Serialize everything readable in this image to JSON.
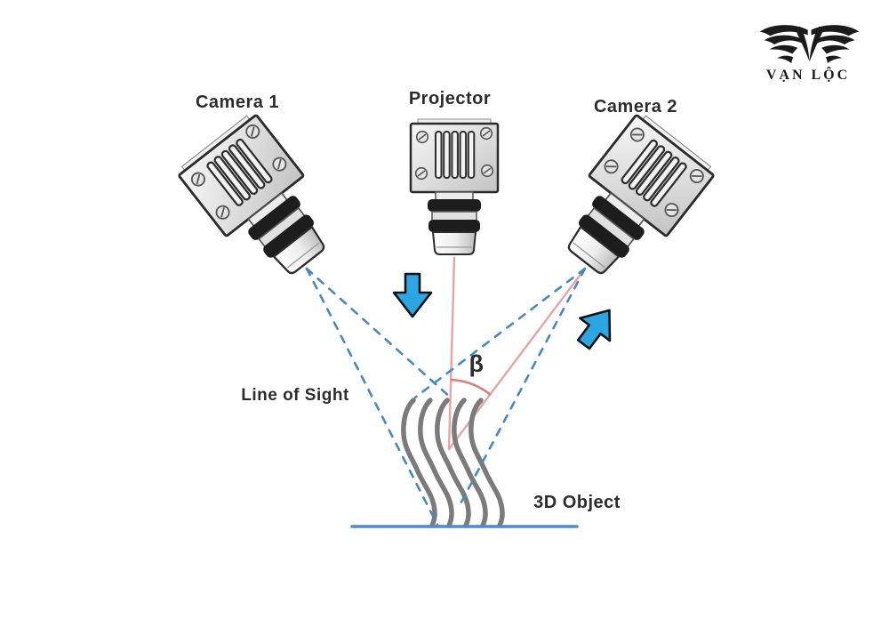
{
  "brand": {
    "name": "VẠN LỘC",
    "icon": "wings-icon"
  },
  "diagram": {
    "camera1_label": "Camera 1",
    "projector_label": "Projector",
    "camera2_label": "Camera 2",
    "line_of_sight_label": "Line of Sight",
    "angle_label": "β",
    "object_label": "3D Object"
  },
  "icons": {
    "projection_direction": "down-arrow-icon",
    "camera2_view_direction": "up-right-arrow-icon"
  },
  "colors": {
    "sight": "#4589c2",
    "beam": "#e8a3a3",
    "arc": "#e07d7d",
    "arrow": "#2ba6e2",
    "fringe": "#7b7b7b",
    "ground": "#4e8cc7",
    "label": "#2d2d2d",
    "brand": "#1b1b1b"
  }
}
